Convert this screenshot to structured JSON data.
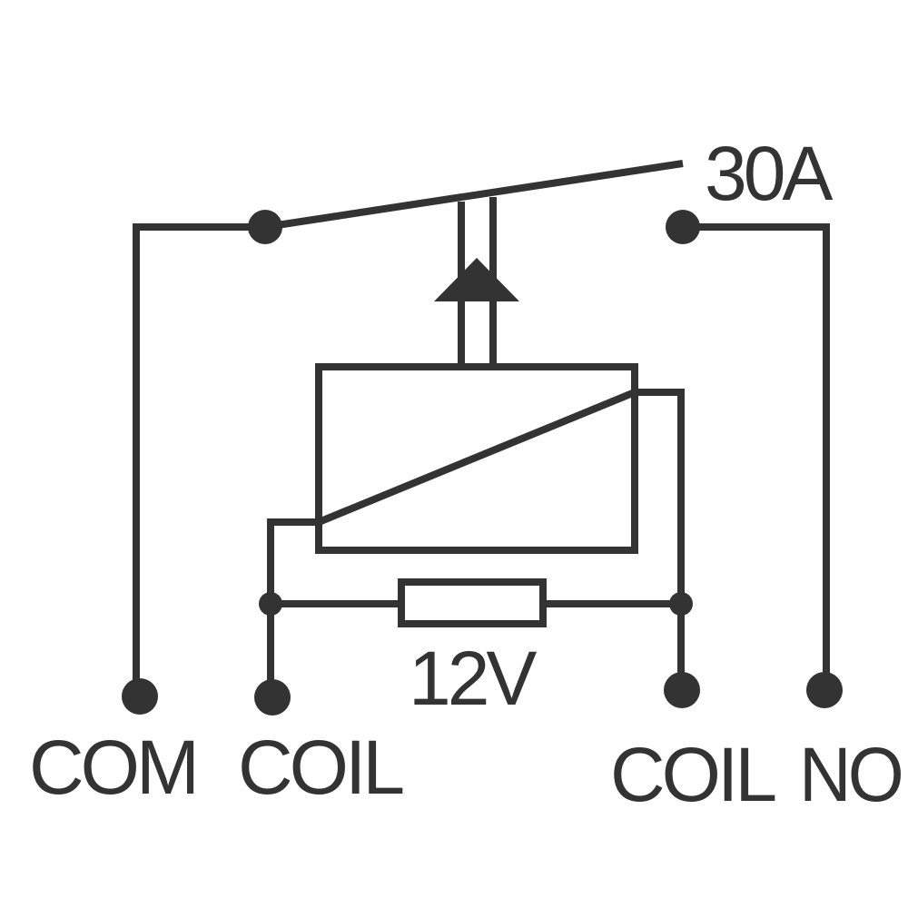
{
  "labels": {
    "current_rating": "30A",
    "coil_voltage": "12V",
    "terminal_com": "COM",
    "terminal_coil_left": "COIL",
    "terminal_coil_right": "COIL",
    "terminal_no": "NO"
  },
  "colors": {
    "ink": "#333333",
    "background": "#ffffff"
  }
}
